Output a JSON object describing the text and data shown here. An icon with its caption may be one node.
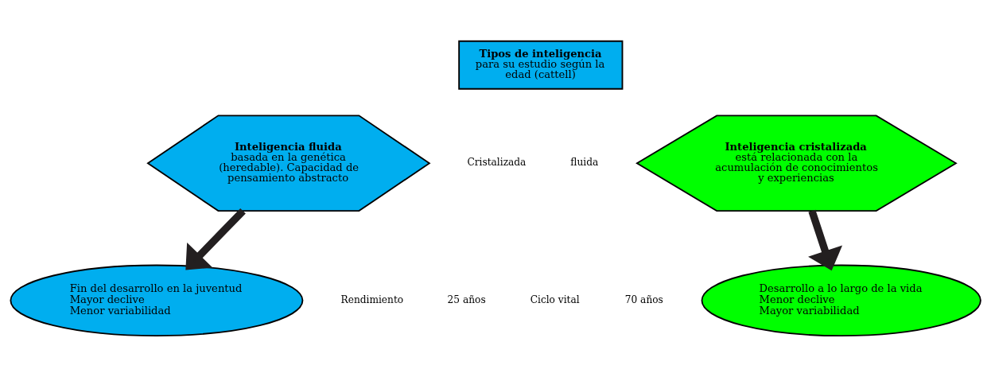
{
  "diagram": {
    "nodes": [
      {
        "text": [
          "Tipos de inteligencia",
          "para su estudio según la edad (cattell)"
        ]
      },
      {
        "text": [
          "Inteligencia fluida",
          "basada en la genética (heredable). Capacidad de pensamiento abstracto"
        ]
      },
      {
        "text": [
          "Fin del desarrollo en la juventud",
          "Mayor declive",
          "Menor variabilidad"
        ]
      },
      {
        "text": [
          "Inteligencia cristalizada",
          "está relacionada con la acumulación de conocimientos y experiencias"
        ]
      },
      {
        "text": [
          "Desarrollo a lo largo de la vida",
          "Menor declive",
          "Mayor variabilidad"
        ]
      }
    ],
    "edges": [
      {
        "from": 1,
        "to": 2,
        "arrow": "to"
      },
      {
        "from": 3,
        "to": 4,
        "arrow": "to"
      }
    ],
    "labels": [
      "Cristalizada",
      "fluida",
      "Rendimiento",
      "25 años",
      "Ciclo vital",
      "70 años"
    ]
  }
}
